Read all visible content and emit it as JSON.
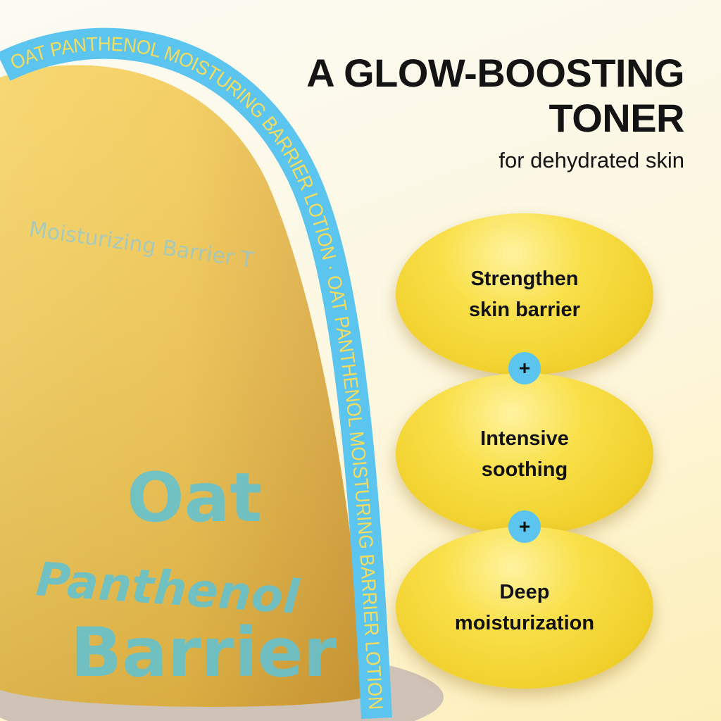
{
  "ribbon_text": "OAT PANTHENOL MOISTURING BARRIER LOTION · OAT PANTHENOL MOISTURING BARRIER LOTION",
  "bottle": {
    "subtitle": "Moisturizing Barrier T",
    "brand_line1": "Oat",
    "brand_line2": "Panthenol",
    "brand_line3": "Barrier"
  },
  "headline": {
    "line1": "A GLOW-BOOSTING",
    "line2": "TONER",
    "sub": "for dehydrated skin"
  },
  "benefits": [
    {
      "line1": "Strengthen",
      "line2": "skin barrier"
    },
    {
      "line1": "Intensive",
      "line2": "soothing"
    },
    {
      "line1": "Deep",
      "line2": "moisturization"
    }
  ],
  "plus_symbol": "+",
  "colors": {
    "ribbon": "#5cc5ef",
    "ribbon_text": "#f6dc5c",
    "pill": "#f9e04a",
    "bottle": "#f2c84a"
  }
}
